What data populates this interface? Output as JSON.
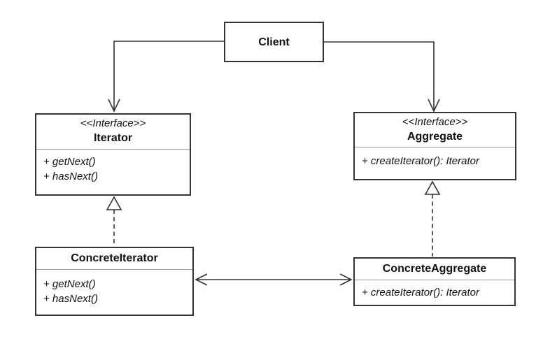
{
  "colors": {
    "line": "#333333",
    "border": "#333333",
    "separator": "#999999",
    "background": "#ffffff",
    "text": "#111111"
  },
  "classes": {
    "client": {
      "name": "Client"
    },
    "iterator": {
      "stereotype": "<<Interface>>",
      "name": "Iterator",
      "methods": [
        "+ getNext()",
        "+ hasNext()"
      ]
    },
    "aggregate": {
      "stereotype": "<<Interface>>",
      "name": "Aggregate",
      "methods": [
        "+ createIterator(): Iterator"
      ]
    },
    "concrete_iterator": {
      "name": "ConcreteIterator",
      "methods": [
        "+ getNext()",
        "+ hasNext()"
      ]
    },
    "concrete_aggregate": {
      "name": "ConcreteAggregate",
      "methods": [
        "+ createIterator(): Iterator"
      ]
    }
  },
  "relationships": [
    {
      "from": "Client",
      "to": "Iterator",
      "type": "directed association"
    },
    {
      "from": "Client",
      "to": "Aggregate",
      "type": "directed association"
    },
    {
      "from": "ConcreteIterator",
      "to": "Iterator",
      "type": "realization"
    },
    {
      "from": "ConcreteAggregate",
      "to": "Aggregate",
      "type": "realization"
    },
    {
      "from": "ConcreteIterator",
      "to": "ConcreteAggregate",
      "type": "bidirectional association"
    }
  ]
}
